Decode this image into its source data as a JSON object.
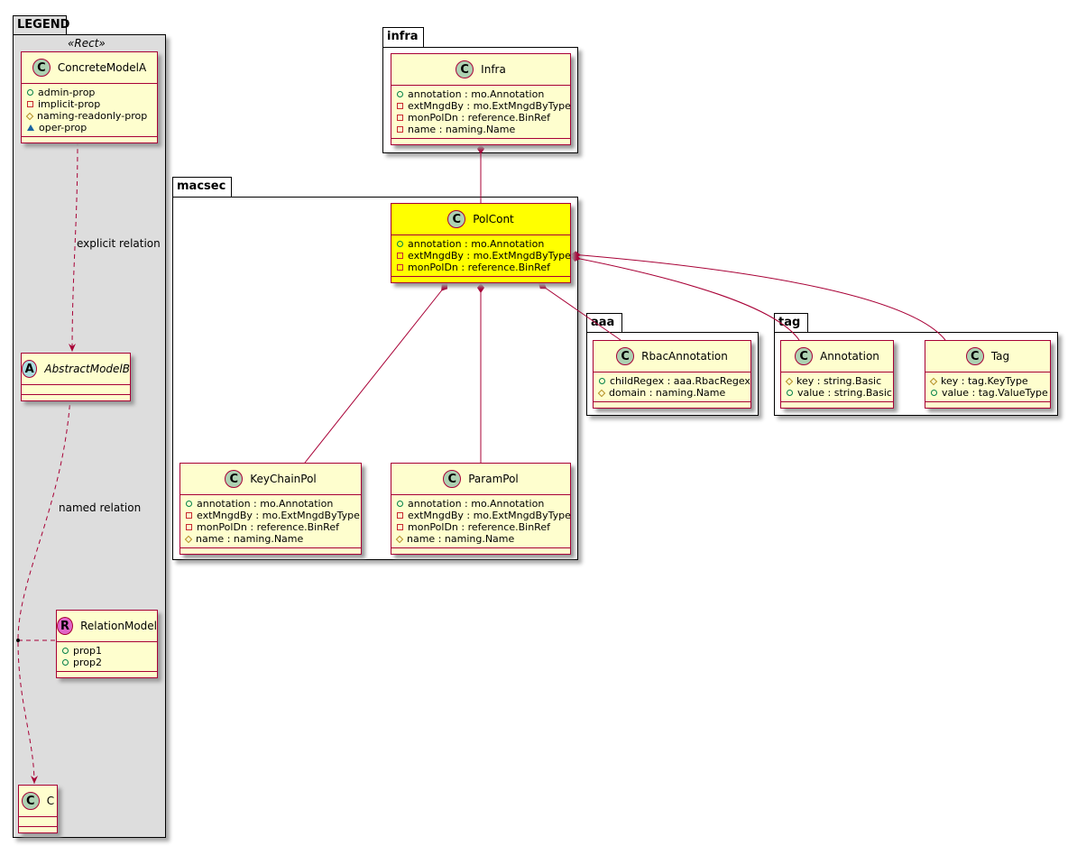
{
  "packages": {
    "legend": "LEGEND",
    "legend_stereotype": "«Rect»",
    "infra": "infra",
    "macsec": "macsec",
    "aaa": "aaa",
    "tag": "tag"
  },
  "classes": {
    "ConcreteModelA": {
      "letter": "C",
      "name": "ConcreteModelA",
      "attrs": [
        [
          "pub",
          "admin-prop"
        ],
        [
          "priv",
          "implicit-prop"
        ],
        [
          "prot",
          "naming-readonly-prop"
        ],
        [
          "pkgv",
          "oper-prop"
        ]
      ]
    },
    "AbstractModelB": {
      "letter": "A",
      "name": "AbstractModelB",
      "attrs": []
    },
    "RelationModel": {
      "letter": "R",
      "name": "RelationModel",
      "attrs": [
        [
          "pub",
          "prop1"
        ],
        [
          "pub",
          "prop2"
        ]
      ]
    },
    "C": {
      "letter": "C",
      "name": "C",
      "attrs": []
    },
    "Infra": {
      "letter": "C",
      "name": "Infra",
      "attrs": [
        [
          "pub",
          "annotation : mo.Annotation"
        ],
        [
          "priv",
          "extMngdBy : mo.ExtMngdByType"
        ],
        [
          "priv",
          "monPolDn : reference.BinRef"
        ],
        [
          "priv",
          "name : naming.Name"
        ]
      ]
    },
    "PolCont": {
      "letter": "C",
      "name": "PolCont",
      "attrs": [
        [
          "pub",
          "annotation : mo.Annotation"
        ],
        [
          "priv",
          "extMngdBy : mo.ExtMngdByType"
        ],
        [
          "priv",
          "monPolDn : reference.BinRef"
        ]
      ]
    },
    "KeyChainPol": {
      "letter": "C",
      "name": "KeyChainPol",
      "attrs": [
        [
          "pub",
          "annotation : mo.Annotation"
        ],
        [
          "priv",
          "extMngdBy : mo.ExtMngdByType"
        ],
        [
          "priv",
          "monPolDn : reference.BinRef"
        ],
        [
          "prot",
          "name : naming.Name"
        ]
      ]
    },
    "ParamPol": {
      "letter": "C",
      "name": "ParamPol",
      "attrs": [
        [
          "pub",
          "annotation : mo.Annotation"
        ],
        [
          "priv",
          "extMngdBy : mo.ExtMngdByType"
        ],
        [
          "priv",
          "monPolDn : reference.BinRef"
        ],
        [
          "prot",
          "name : naming.Name"
        ]
      ]
    },
    "RbacAnnotation": {
      "letter": "C",
      "name": "RbacAnnotation",
      "attrs": [
        [
          "pub",
          "childRegex : aaa.RbacRegex"
        ],
        [
          "prot",
          "domain : naming.Name"
        ]
      ]
    },
    "Annotation": {
      "letter": "C",
      "name": "Annotation",
      "attrs": [
        [
          "prot",
          "key : string.Basic"
        ],
        [
          "pub",
          "value : string.Basic"
        ]
      ]
    },
    "Tag": {
      "letter": "C",
      "name": "Tag",
      "attrs": [
        [
          "prot",
          "key : tag.KeyType"
        ],
        [
          "pub",
          "value : tag.ValueType"
        ]
      ]
    }
  },
  "relations": {
    "explicit": "explicit relation",
    "named": "named relation"
  },
  "colors": {
    "class_fill": "#FEFECE",
    "highlight_fill": "#FFFF00",
    "border": "#A80036",
    "icon_C": "#ADD1B2",
    "icon_A": "#A9DCDF",
    "icon_R": "#E066C8"
  }
}
